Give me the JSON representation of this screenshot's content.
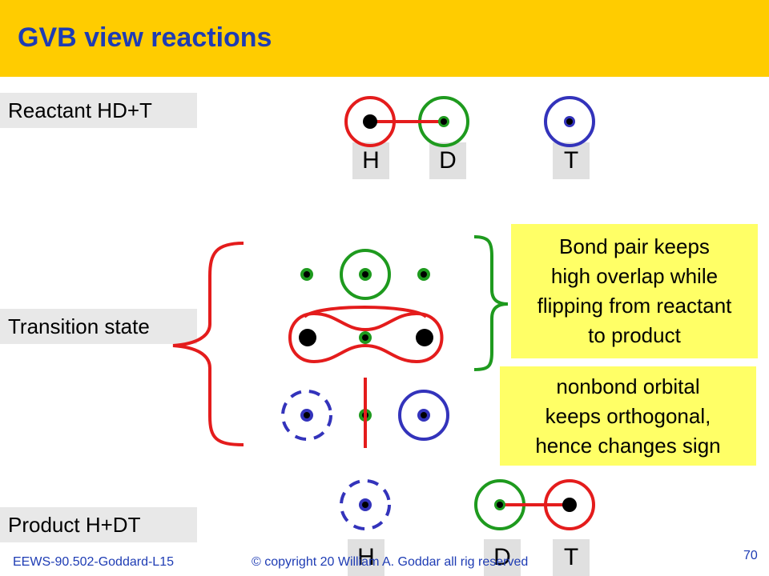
{
  "slide": {
    "title": "GVB view reactions",
    "labels": {
      "reactant": "Reactant HD+T",
      "transition": "Transition state",
      "product": "Product H+DT"
    },
    "reactant_atoms": [
      "H",
      "D",
      "T"
    ],
    "product_atoms": [
      "H",
      "D",
      "T"
    ],
    "notes": {
      "bond_pair": [
        "Bond pair keeps",
        "high overlap while",
        "flipping from reactant",
        "to product"
      ],
      "nonbond": [
        "nonbond orbital",
        "keeps orthogonal,",
        "hence changes sign"
      ]
    },
    "footer": {
      "course": "EEWS-90.502-Goddard-L15",
      "copyright": "© copyright 20   William A. Goddar    all rig   reserved",
      "page": "70"
    }
  },
  "colors": {
    "header_bg": "#FFCC00",
    "title": "#1E3CB4",
    "h_orbital": "#E41C1C",
    "d_orbital": "#1E9A1E",
    "t_orbital": "#3333BB",
    "note_bg": "#FFFF66",
    "label_bg": "#E8E8E8"
  }
}
